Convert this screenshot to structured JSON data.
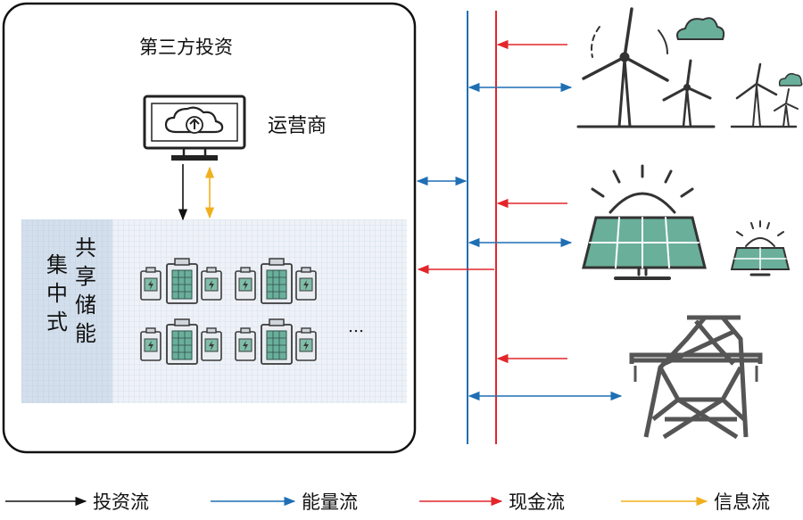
{
  "investor": {
    "label": "第三方投资"
  },
  "operator": {
    "label": "运营商"
  },
  "storage": {
    "label_side": "集中式",
    "label_main": "共享储能",
    "ellipsis": "…"
  },
  "legend": {
    "items": [
      {
        "label": "投资流",
        "color": "#111111"
      },
      {
        "label": "能量流",
        "color": "#1f6fb4"
      },
      {
        "label": "现金流",
        "color": "#e2262b"
      },
      {
        "label": "信息流",
        "color": "#f0b01e"
      }
    ]
  },
  "colors": {
    "energy": "#1f6fb4",
    "cash": "#e2262b",
    "invest": "#111111",
    "info": "#f0b01e",
    "teal": "#6aaf9a",
    "grid_bg": "#e8eef6",
    "side_bg": "#d2dde9"
  },
  "icons": [
    "monitor-cloud-icon",
    "battery-icon",
    "wind-turbine-icon",
    "solar-panel-icon",
    "power-tower-icon"
  ]
}
